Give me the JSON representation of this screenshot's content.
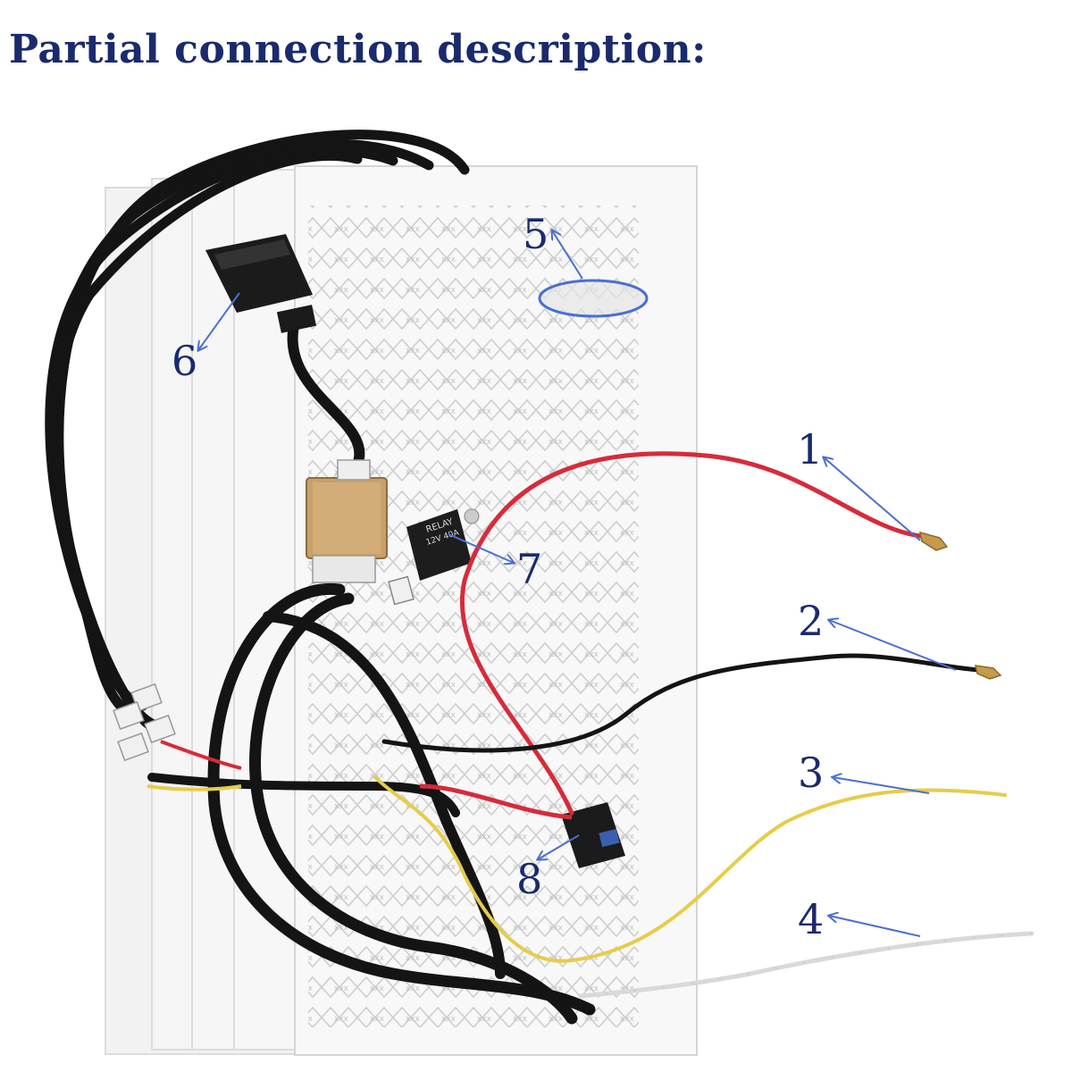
{
  "title": "Partial connection description:",
  "colors": {
    "title": "#1a2a6c",
    "arrow": "#4a6fd0",
    "red_wire": "#d62b3a",
    "black_wire": "#141414",
    "yellow_wire": "#e6cc4a",
    "white_wire": "#d9d9d9",
    "pad": "#f4f4f4",
    "module": "#c8a06a"
  },
  "callouts": [
    {
      "id": "1",
      "label": "1"
    },
    {
      "id": "2",
      "label": "2"
    },
    {
      "id": "3",
      "label": "3"
    },
    {
      "id": "4",
      "label": "4"
    },
    {
      "id": "5",
      "label": "5"
    },
    {
      "id": "6",
      "label": "6"
    },
    {
      "id": "7",
      "label": "7"
    },
    {
      "id": "8",
      "label": "8"
    }
  ],
  "relay": {
    "line1": "RELAY",
    "line2": "12V 40A"
  }
}
